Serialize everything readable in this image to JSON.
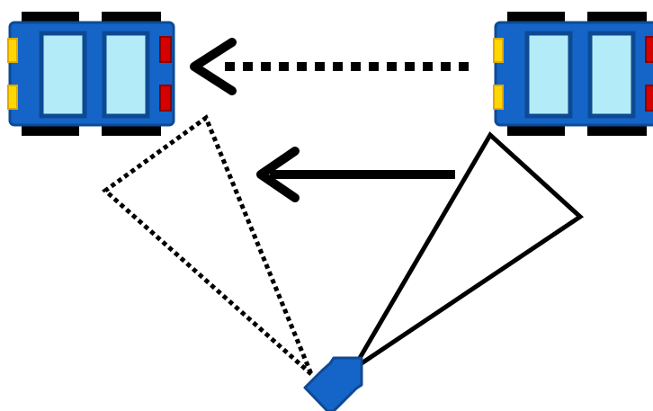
{
  "colors": {
    "background": "#ffffff",
    "car_body": "#1565c8",
    "car_body_edge": "#0d4a94",
    "car_window": "#b3ecf8",
    "car_tire": "#000000",
    "headlight": "#ffd700",
    "headlight_edge": "#e0a800",
    "taillight": "#d50000",
    "taillight_edge": "#8b0000",
    "line": "#000000",
    "pointer": "#1565c8"
  },
  "icons": {
    "vehicle": "car-top-view-icon",
    "observer": "location-arrow-icon"
  },
  "diagram": {
    "cars": [
      {
        "id": "car-past",
        "heading": "left"
      },
      {
        "id": "car-current",
        "heading": "left"
      }
    ],
    "motion_arrows": [
      {
        "id": "observed-motion-arrow",
        "style": "dotted",
        "direction": "left"
      },
      {
        "id": "actual-motion-arrow",
        "style": "solid",
        "direction": "left"
      }
    ],
    "view_cones": [
      {
        "id": "past-view-cone",
        "style": "dotted"
      },
      {
        "id": "current-view-cone",
        "style": "solid"
      }
    ]
  }
}
